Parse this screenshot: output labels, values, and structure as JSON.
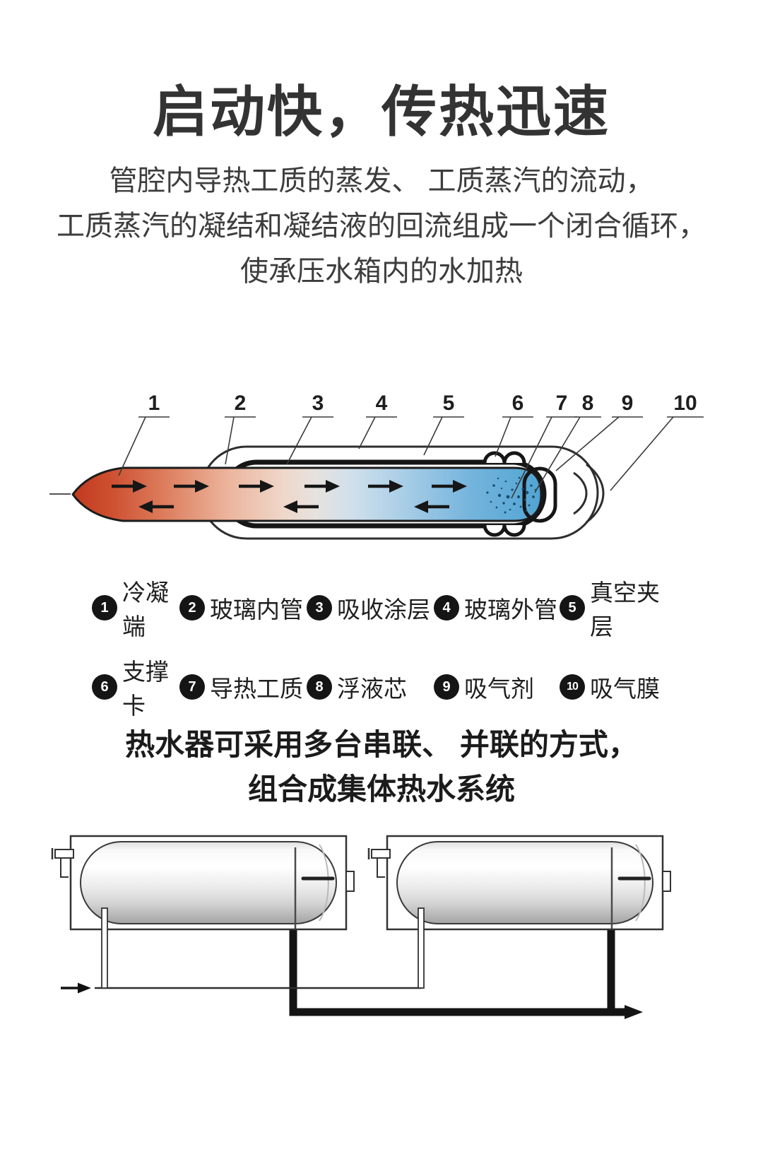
{
  "hero": {
    "title": "启动快，传热迅速",
    "lines": [
      "管腔内导热工质的蒸发、 工质蒸汽的流动，",
      "工质蒸汽的凝结和凝结液的回流组成一个闭合循环，",
      "使承压水箱内的水加热"
    ]
  },
  "tube_diagram": {
    "callouts": [
      "1",
      "2",
      "3",
      "4",
      "5",
      "6",
      "7",
      "8",
      "9",
      "10"
    ],
    "legend": [
      {
        "num": "1",
        "label": "冷凝端"
      },
      {
        "num": "2",
        "label": "玻璃内管"
      },
      {
        "num": "3",
        "label": "吸收涂层"
      },
      {
        "num": "4",
        "label": "玻璃外管"
      },
      {
        "num": "5",
        "label": "真空夹层"
      },
      {
        "num": "6",
        "label": "支撑卡"
      },
      {
        "num": "7",
        "label": "导热工质"
      },
      {
        "num": "8",
        "label": "浮液芯"
      },
      {
        "num": "9",
        "label": "吸气剂"
      },
      {
        "num": "10",
        "label": "吸气膜"
      }
    ],
    "colors": {
      "hot": "#c2391f",
      "cold": "#51a4d4"
    }
  },
  "system_section": {
    "title_lines": [
      "热水器可采用多台串联、 并联的方式，",
      "组合成集体热水系统"
    ]
  }
}
